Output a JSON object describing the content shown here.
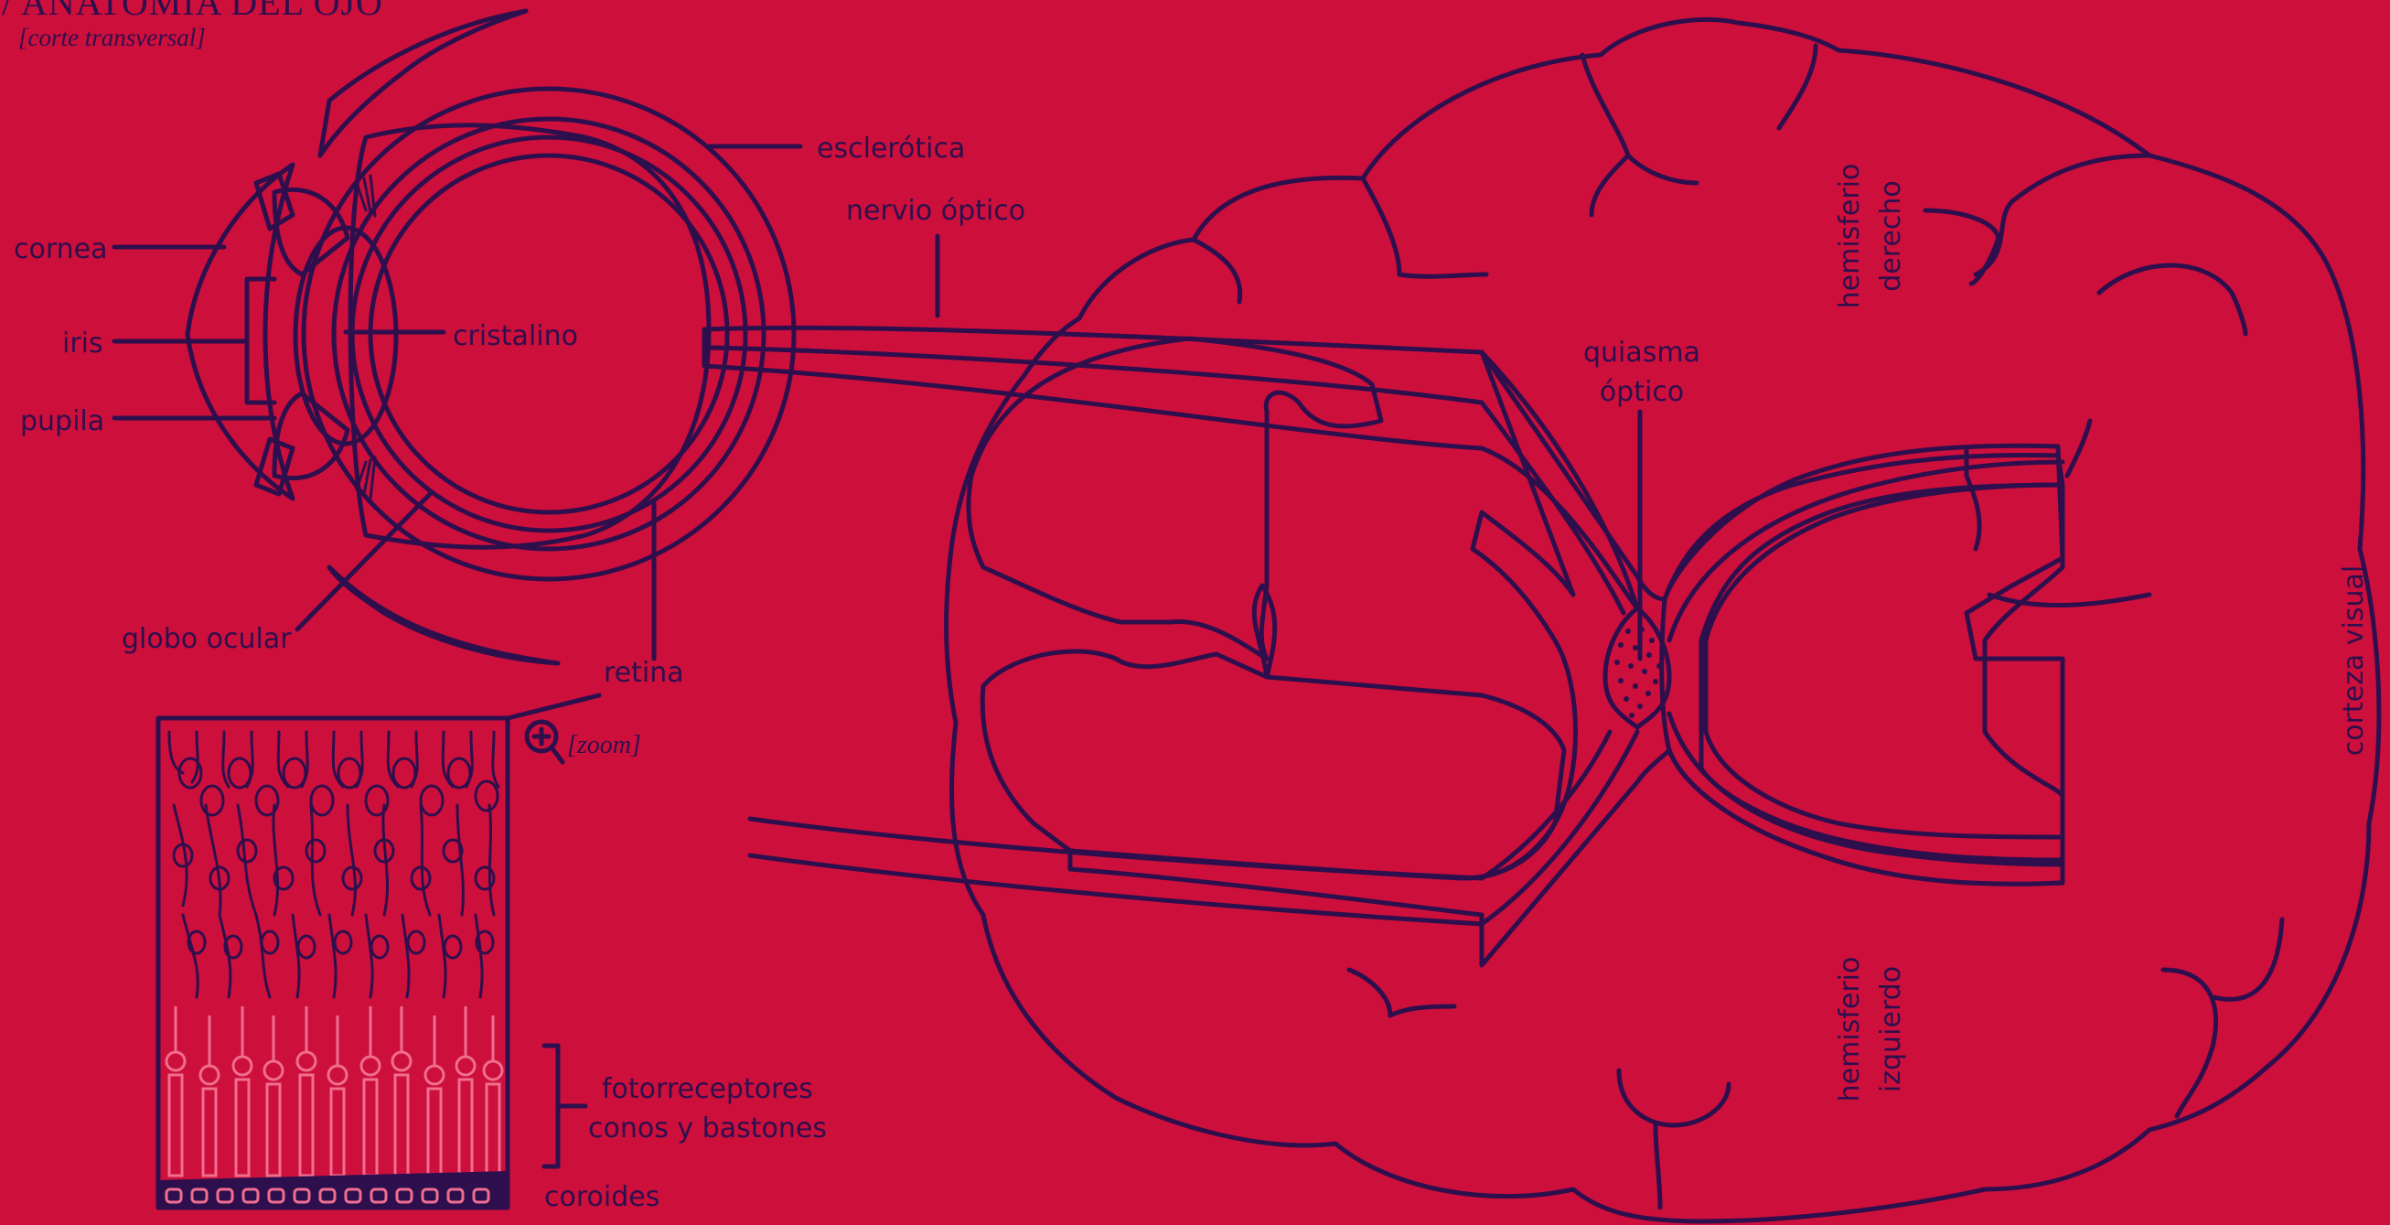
{
  "title": "/ ANATOMÍA DEL OJO",
  "subtitle": "[corte transversal]",
  "colors": {
    "background": "#cd0f3c",
    "tissue_light": "#f06e8f",
    "tissue_dark": "#cd0f3c",
    "ink": "#2e0f4d"
  },
  "labels": {
    "cornea": "cornea",
    "iris": "iris",
    "pupila": "pupila",
    "cristalino": "cristalino",
    "esclerotica": "esclerótica",
    "nervio_optico": "nervio óptico",
    "globo_ocular": "globo ocular",
    "retina": "retina",
    "zoom": "[zoom]",
    "quiasma_1": "quiasma",
    "quiasma_2": "óptico",
    "hemisferio_derecho_1": "hemisferio",
    "hemisferio_derecho_2": "derecho",
    "hemisferio_izquierdo_1": "hemisferio",
    "hemisferio_izquierdo_2": "izquierdo",
    "corteza_visual": "corteza visual",
    "fotorreceptores_1": "fotorreceptores",
    "fotorreceptores_2": "conos y bastones",
    "coroides": "coroides"
  },
  "icons": {
    "zoom": "zoom-in-icon"
  }
}
